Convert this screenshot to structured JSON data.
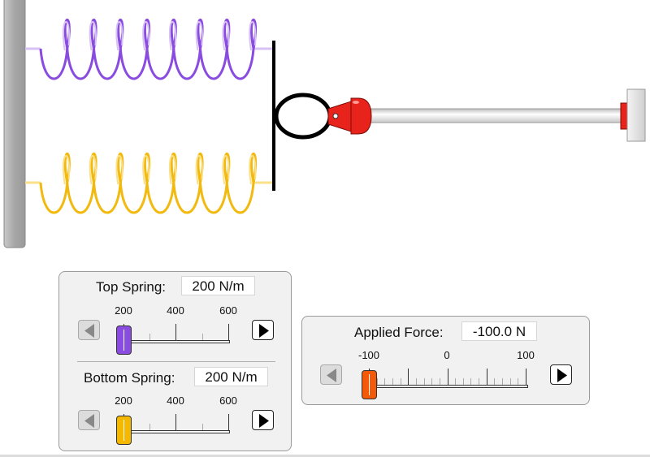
{
  "scene": {
    "wall": "wall",
    "top_spring": {
      "color": "#8a4be0",
      "light_color": "#d8c2f5",
      "coils": 8
    },
    "bottom_spring": {
      "color": "#f2b90f",
      "light_color": "#fbe08a",
      "coils": 8
    },
    "plate": "black-plate",
    "hook": "hook",
    "robotic_arm": {
      "color": "#e8231b"
    }
  },
  "controls": {
    "top_spring": {
      "label": "Top Spring:",
      "value": "200 N/m",
      "min": 200,
      "max": 600,
      "current": 200,
      "tick_labels": [
        "200",
        "400",
        "600"
      ],
      "thumb_color": "#8a4be0",
      "left_button": "decrease",
      "right_button": "increase"
    },
    "bottom_spring": {
      "label": "Bottom Spring:",
      "value": "200 N/m",
      "min": 200,
      "max": 600,
      "current": 200,
      "tick_labels": [
        "200",
        "400",
        "600"
      ],
      "thumb_color": "#f5b800",
      "left_button": "decrease",
      "right_button": "increase"
    },
    "applied_force": {
      "label": "Applied Force:",
      "value": "-100.0 N",
      "min": -100,
      "max": 100,
      "current": -100,
      "tick_labels": [
        "-100",
        "0",
        "100"
      ],
      "thumb_color": "#f25a0a",
      "left_button": "decrease",
      "right_button": "increase"
    }
  }
}
